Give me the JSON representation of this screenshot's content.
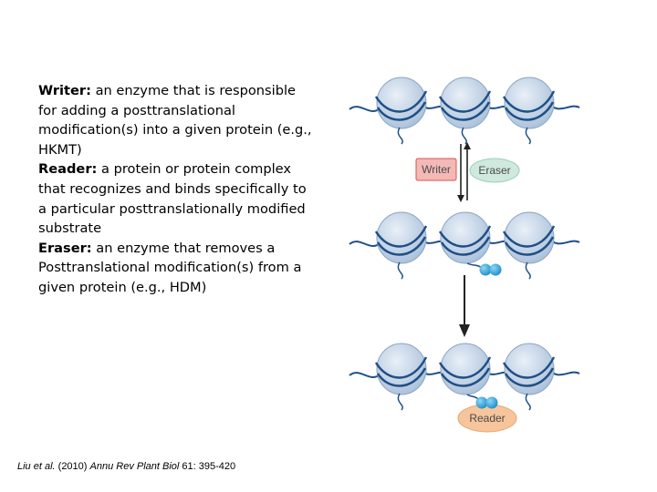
{
  "definitions": [
    {
      "term": "Writer:",
      "text": " an enzyme that is responsible for adding a posttranslational modification(s) into a given protein (e.g., HKMT)"
    },
    {
      "term": "Reader:",
      "text": " a protein or protein complex that recognizes and binds specifically to a particular posttranslationally modified substrate"
    },
    {
      "term": "Eraser:",
      "text": " an enzyme that removes a Posttranslational modification(s) from a given protein (e.g., HDM)"
    }
  ],
  "citation": {
    "authors": "Liu et al.",
    "year": "(2010)",
    "journal": "Annu Rev Plant Biol",
    "volume_pages": "61: 395-420"
  },
  "diagram": {
    "writer_label": "Writer",
    "eraser_label": "Eraser",
    "reader_label": "Reader",
    "colors": {
      "nucleosome": "#b9cbe0",
      "dna": "#1f4f86",
      "writer_fill": "#f3b9b6",
      "writer_stroke": "#d9534f",
      "eraser_fill": "#cfe9dc",
      "reader_fill": "#f7c59b",
      "mark": "#2aa6e0",
      "arrow": "#222222"
    }
  }
}
